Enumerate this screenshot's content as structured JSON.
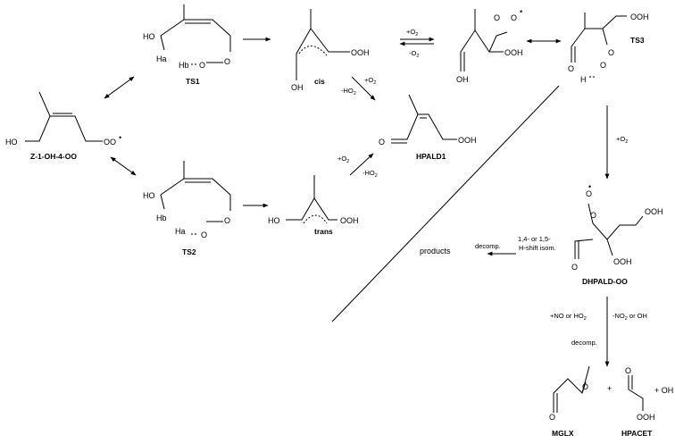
{
  "species": {
    "z14": {
      "ho": "HO",
      "oo": "OO",
      "radical": "•",
      "name": "Z-1-OH-4-OO"
    },
    "ts1": {
      "ho": "HO",
      "ha": "Ha",
      "hb": "Hb",
      "o1": "O",
      "o2": "O",
      "name": "TS1"
    },
    "ts2": {
      "ho": "HO",
      "hb": "Hb",
      "ha": "Ha",
      "o1": "O",
      "o2": "O",
      "name": "TS2"
    },
    "cis": {
      "oh": "OH",
      "ooh": "OOH",
      "label": "cis"
    },
    "trans": {
      "ho": "HO",
      "ooh": "OOH",
      "label": "trans"
    },
    "peroxy": {
      "oo": "O",
      "o2": "O",
      "radical": "•",
      "oh": "OH",
      "ooh": "OOH"
    },
    "ts3": {
      "ooh": "OOH",
      "o1": "O",
      "h": "H",
      "o2": "O",
      "o3": "O",
      "name": "TS3"
    },
    "hpald1": {
      "o": "O",
      "ooh": "OOH",
      "name": "HPALD1"
    },
    "dhpald": {
      "o1": "O",
      "o2": "O",
      "radical": "•",
      "ooh1": "OOH",
      "ooh2": "OOH",
      "o_ald": "O",
      "name": "DHPALD-OO"
    },
    "mglx": {
      "o1": "O",
      "o2": "O",
      "name": "MGLX"
    },
    "hpacet": {
      "o": "O",
      "ooh": "OOH",
      "name": "HPACET",
      "plus_oh": "+ OH"
    },
    "products": "products",
    "plus": "+"
  },
  "reactions": {
    "o2_fwd": "+O",
    "o2_fwd_sub": "2",
    "o2_rev": "-O",
    "o2_rev_sub": "2",
    "cis_o2": "+O",
    "cis_o2_sub": "2",
    "cis_ho2": "-HO",
    "cis_ho2_sub": "2",
    "trans_o2": "+O",
    "trans_o2_sub": "2",
    "trans_ho2": "-HO",
    "trans_ho2_sub": "2",
    "ts3_o2": "+O",
    "ts3_o2_sub": "2",
    "decomp1": "decomp.",
    "hshift1": "1,4- or 1,5-",
    "hshift2": "H-shift isom.",
    "no_left": "+NO or HO",
    "no_left_sub": "2",
    "no_right": "-NO",
    "no_right_sub": "2",
    "no_right_tail": " or OH",
    "decomp2": "decomp."
  }
}
